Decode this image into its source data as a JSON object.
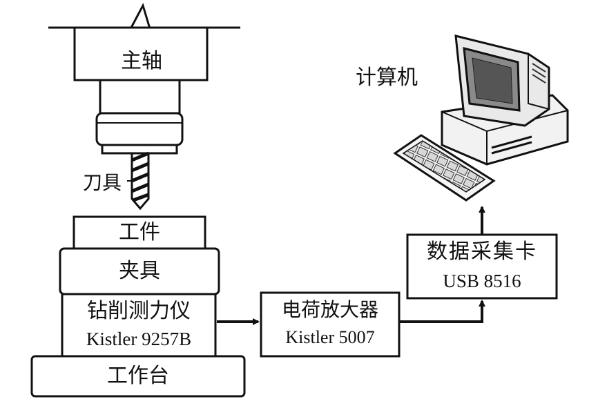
{
  "labels": {
    "spindle": "主轴",
    "tool": "刀具",
    "workpiece": "工件",
    "fixture": "夹具",
    "dynamometer_cn": "钻削测力仪",
    "dynamometer_model": "Kistler 9257B",
    "worktable": "工作台",
    "amplifier_cn": "电荷放大器",
    "amplifier_model": "Kistler 5007",
    "daq_cn": "数据采集卡",
    "daq_model": "USB 8516",
    "computer": "计算机"
  }
}
